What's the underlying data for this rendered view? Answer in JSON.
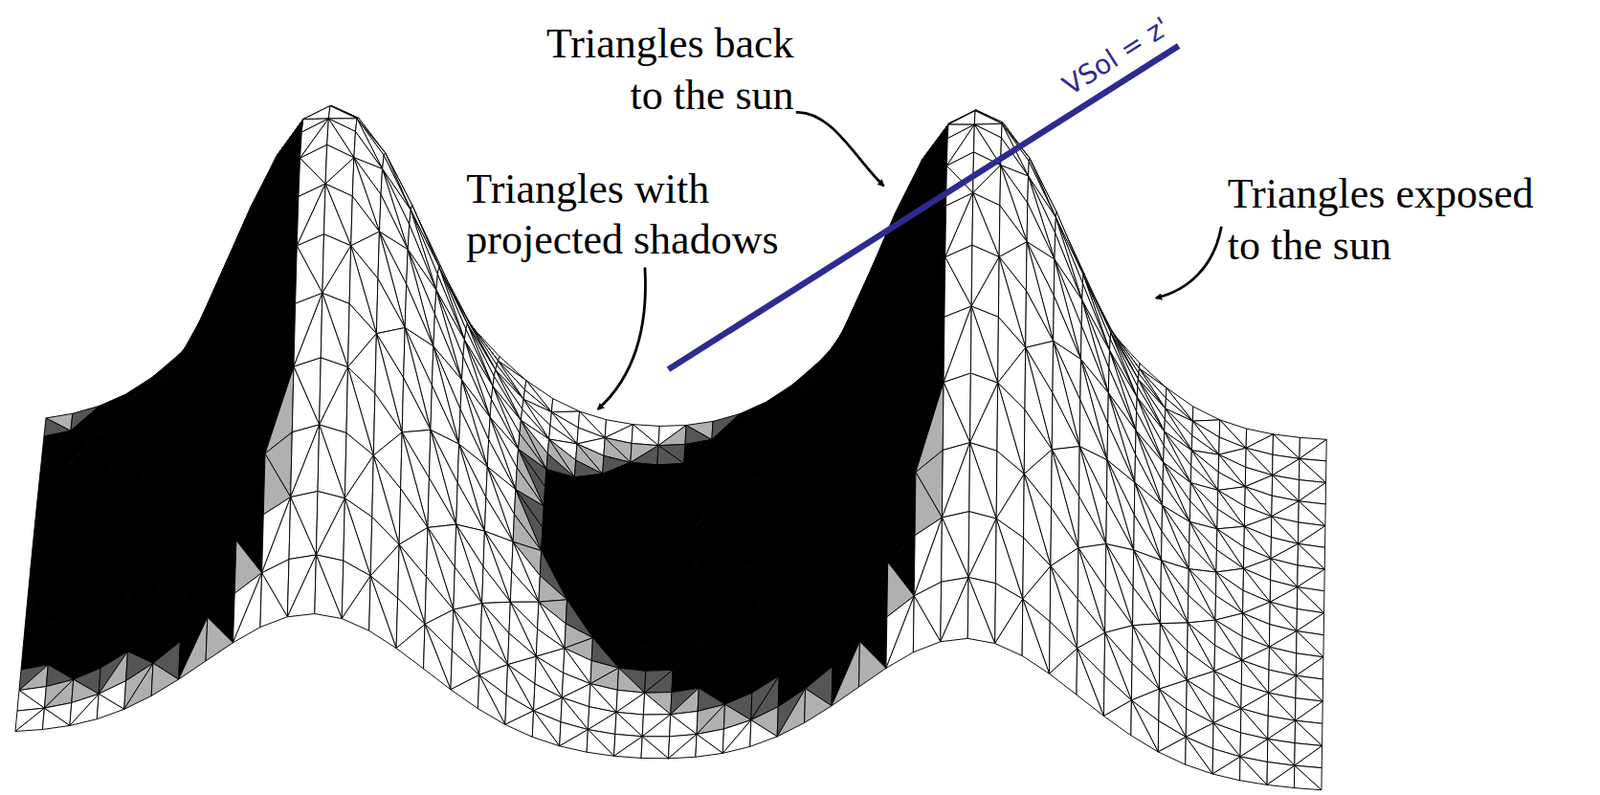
{
  "diagram": {
    "labels": [
      "Triangles back to the sun",
      "Triangles with projected shadows",
      "Triangles exposed to the sun",
      "VSol = z'"
    ]
  }
}
